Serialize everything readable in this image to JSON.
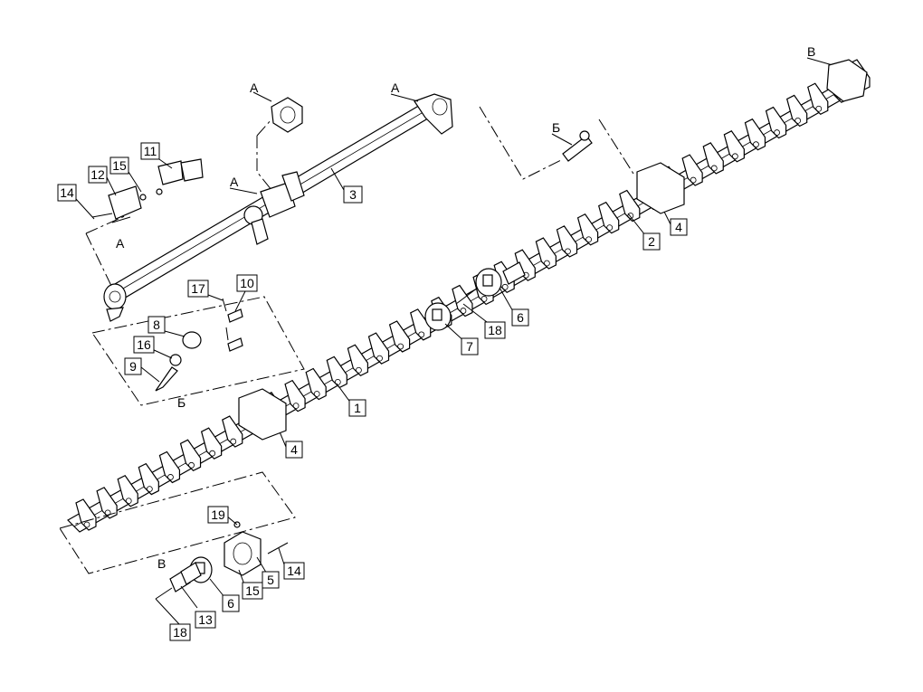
{
  "callouts": [
    {
      "id": "c14a",
      "text": "14"
    },
    {
      "id": "c12",
      "text": "12"
    },
    {
      "id": "c15a",
      "text": "15"
    },
    {
      "id": "c11",
      "text": "11"
    },
    {
      "id": "c3",
      "text": "3"
    },
    {
      "id": "c17",
      "text": "17"
    },
    {
      "id": "c10",
      "text": "10"
    },
    {
      "id": "c8",
      "text": "8"
    },
    {
      "id": "c16",
      "text": "16"
    },
    {
      "id": "c9",
      "text": "9"
    },
    {
      "id": "c1",
      "text": "1"
    },
    {
      "id": "c4a",
      "text": "4"
    },
    {
      "id": "c4b",
      "text": "4"
    },
    {
      "id": "c2",
      "text": "2"
    },
    {
      "id": "c6a",
      "text": "6"
    },
    {
      "id": "c7",
      "text": "7"
    },
    {
      "id": "c18a",
      "text": "18"
    },
    {
      "id": "c19",
      "text": "19"
    },
    {
      "id": "c5",
      "text": "5"
    },
    {
      "id": "c14b",
      "text": "14"
    },
    {
      "id": "c15b",
      "text": "15"
    },
    {
      "id": "c6b",
      "text": "6"
    },
    {
      "id": "c13",
      "text": "13"
    },
    {
      "id": "c18b",
      "text": "18"
    }
  ],
  "view_letters": {
    "a1": "А",
    "a2": "А",
    "a3": "А",
    "a4": "А",
    "b1": "Б",
    "b2": "Б",
    "v1": "В",
    "v2": "В"
  }
}
